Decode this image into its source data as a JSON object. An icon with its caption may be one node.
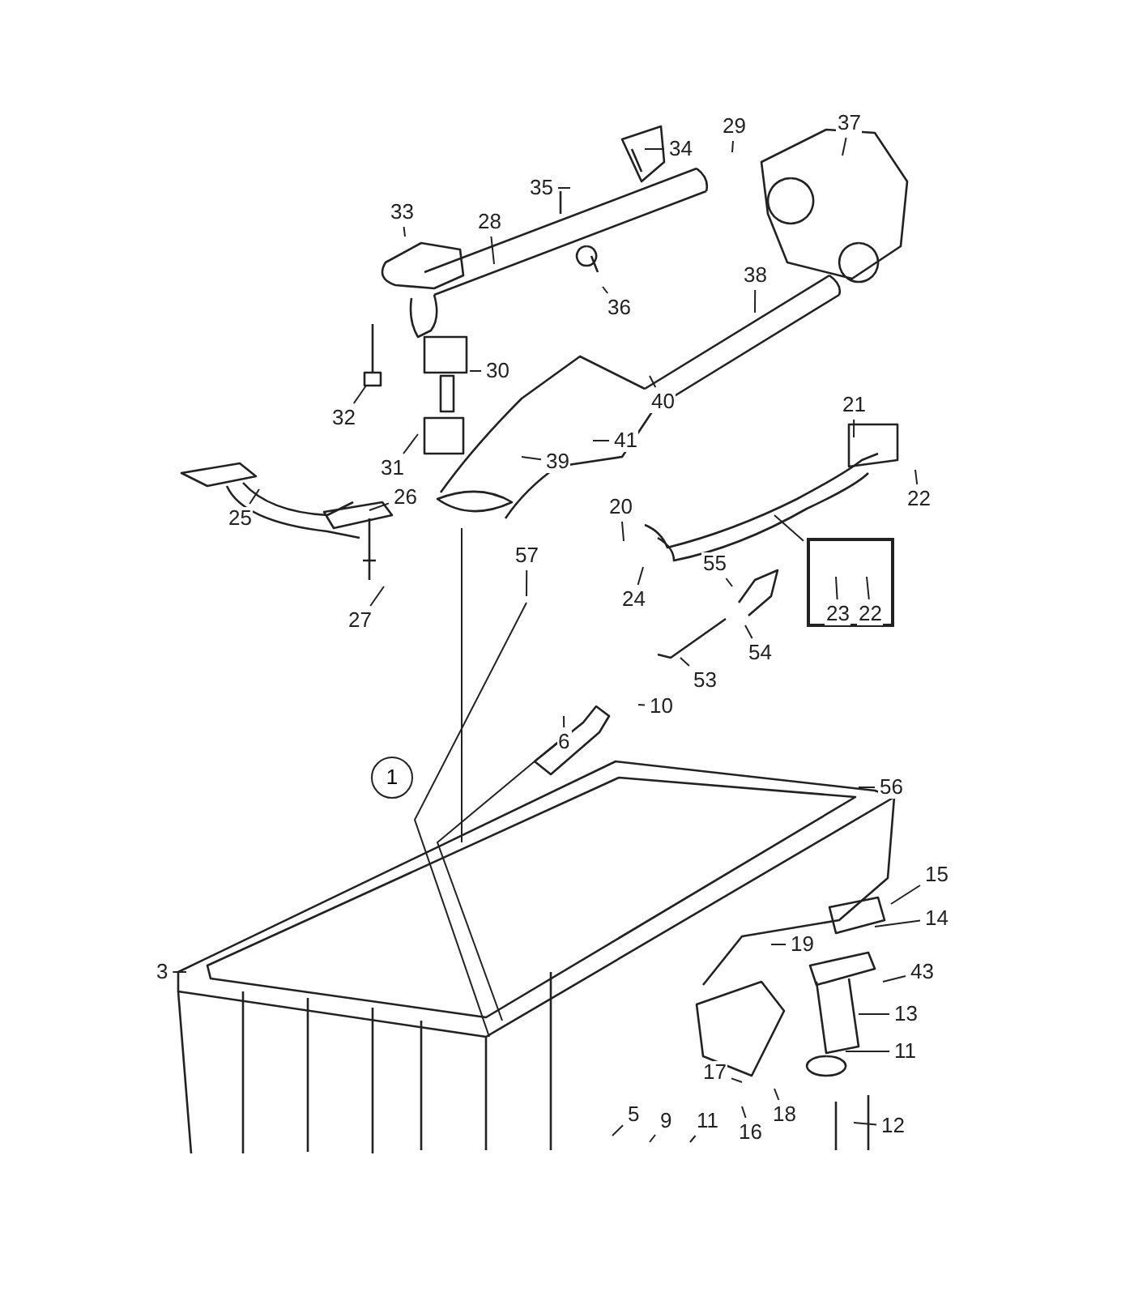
{
  "diagram": {
    "nodes": [
      {
        "text": [
          "29"
        ]
      },
      {
        "text": [
          "37"
        ]
      },
      {
        "text": [
          "34"
        ]
      },
      {
        "text": [
          "35"
        ]
      },
      {
        "text": [
          "33"
        ]
      },
      {
        "text": [
          "28"
        ]
      },
      {
        "text": [
          "36"
        ]
      },
      {
        "text": [
          "38"
        ]
      },
      {
        "text": [
          "30"
        ]
      },
      {
        "text": [
          "40"
        ]
      },
      {
        "text": [
          "32"
        ]
      },
      {
        "text": [
          "21"
        ]
      },
      {
        "text": [
          "31"
        ]
      },
      {
        "text": [
          "41"
        ]
      },
      {
        "text": [
          "39"
        ]
      },
      {
        "text": [
          "26"
        ]
      },
      {
        "text": [
          "22"
        ]
      },
      {
        "text": [
          "20"
        ]
      },
      {
        "text": [
          "25"
        ]
      },
      {
        "text": [
          "57"
        ]
      },
      {
        "text": [
          "55"
        ]
      },
      {
        "text": [],
        "shape": "box"
      },
      {
        "text": [
          "23"
        ],
        "in": 21
      },
      {
        "text": [
          "22"
        ],
        "in": 21
      },
      {
        "text": [
          "24"
        ]
      },
      {
        "text": [
          "27"
        ]
      },
      {
        "text": [
          "54"
        ]
      },
      {
        "text": [
          "53"
        ]
      },
      {
        "text": [
          "10"
        ]
      },
      {
        "text": [
          "6"
        ]
      },
      {
        "text": [
          "1"
        ]
      },
      {
        "text": [
          "56"
        ]
      },
      {
        "text": [
          "15"
        ]
      },
      {
        "text": [
          "14"
        ]
      },
      {
        "text": [
          "19"
        ]
      },
      {
        "text": [
          "3"
        ]
      },
      {
        "text": [
          "43"
        ]
      },
      {
        "text": [
          "13"
        ]
      },
      {
        "text": [
          "11"
        ]
      },
      {
        "text": [
          "17"
        ]
      },
      {
        "text": [
          "5"
        ]
      },
      {
        "text": [
          "16"
        ]
      },
      {
        "text": [
          "18"
        ]
      },
      {
        "text": [
          "12"
        ]
      },
      {
        "text": [
          "9"
        ]
      },
      {
        "text": [
          "11"
        ]
      }
    ],
    "edges": [
      {
        "from": 0,
        "to": null,
        "arrow": "none"
      },
      {
        "from": 1,
        "to": null,
        "arrow": "none"
      },
      {
        "from": 2,
        "to": null,
        "arrow": "none"
      },
      {
        "from": 3,
        "to": null,
        "arrow": "none"
      },
      {
        "from": 4,
        "to": null,
        "arrow": "none"
      },
      {
        "from": 5,
        "to": null,
        "arrow": "none"
      },
      {
        "from": 6,
        "to": null,
        "arrow": "none"
      },
      {
        "from": 7,
        "to": null,
        "arrow": "none"
      },
      {
        "from": 8,
        "to": null,
        "arrow": "none"
      },
      {
        "from": 9,
        "to": null,
        "arrow": "none"
      },
      {
        "from": 10,
        "to": null,
        "arrow": "none"
      },
      {
        "from": 11,
        "to": null,
        "arrow": "none"
      },
      {
        "from": 12,
        "to": null,
        "arrow": "none"
      },
      {
        "from": 13,
        "to": null,
        "arrow": "none"
      },
      {
        "from": 14,
        "to": null,
        "arrow": "none"
      },
      {
        "from": 15,
        "to": null,
        "arrow": "none"
      },
      {
        "from": 16,
        "to": null,
        "arrow": "none"
      },
      {
        "from": 17,
        "to": null,
        "arrow": "none"
      },
      {
        "from": 18,
        "to": null,
        "arrow": "none"
      },
      {
        "from": 19,
        "to": null,
        "arrow": "none"
      },
      {
        "from": 20,
        "to": null,
        "arrow": "none"
      },
      {
        "from": 21,
        "to": null,
        "arrow": "none"
      },
      {
        "from": 22,
        "to": null,
        "arrow": "none"
      },
      {
        "from": 23,
        "to": null,
        "arrow": "none"
      },
      {
        "from": 24,
        "to": null,
        "arrow": "none"
      },
      {
        "from": 25,
        "to": null,
        "arrow": "none"
      },
      {
        "from": 26,
        "to": null,
        "arrow": "none"
      },
      {
        "from": 27,
        "to": null,
        "arrow": "none"
      },
      {
        "from": 28,
        "to": null,
        "arrow": "none"
      },
      {
        "from": 29,
        "to": null,
        "arrow": "none"
      },
      {
        "from": 31,
        "to": null,
        "arrow": "none"
      },
      {
        "from": 32,
        "to": null,
        "arrow": "none"
      },
      {
        "from": 33,
        "to": null,
        "arrow": "none"
      },
      {
        "from": 34,
        "to": null,
        "arrow": "none"
      },
      {
        "from": 35,
        "to": null,
        "arrow": "none"
      },
      {
        "from": 36,
        "to": null,
        "arrow": "none"
      },
      {
        "from": 37,
        "to": null,
        "arrow": "none"
      },
      {
        "from": 38,
        "to": null,
        "arrow": "none"
      },
      {
        "from": 39,
        "to": null,
        "arrow": "none"
      },
      {
        "from": 40,
        "to": null,
        "arrow": "none"
      },
      {
        "from": 41,
        "to": null,
        "arrow": "none"
      },
      {
        "from": 42,
        "to": null,
        "arrow": "none"
      },
      {
        "from": 43,
        "to": null,
        "arrow": "none"
      },
      {
        "from": 44,
        "to": null,
        "arrow": "none"
      },
      {
        "from": 45,
        "to": null,
        "arrow": "none"
      }
    ]
  }
}
